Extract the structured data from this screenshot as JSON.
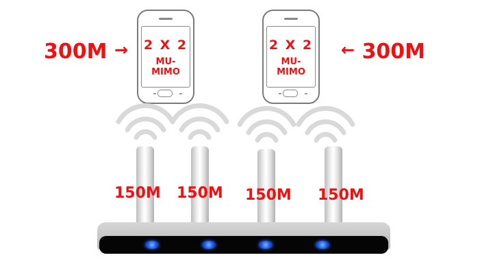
{
  "phones": [
    {
      "line1": "2 X 2",
      "line2": "MU-MIMO"
    },
    {
      "line1": "2 X 2",
      "line2": "MU-MIMO"
    }
  ],
  "left_label": {
    "text": "300M",
    "arrow": "→"
  },
  "right_label": {
    "text": "300M",
    "arrow": "←"
  },
  "antennas": [
    {
      "label": "150M"
    },
    {
      "label": "150M"
    },
    {
      "label": "150M"
    },
    {
      "label": "150M"
    }
  ],
  "colors": {
    "label_red": "#f01010",
    "led_blue": "#1a55e8",
    "wifi_gray": "#d9d9d9"
  },
  "router": {
    "leds": 4
  }
}
